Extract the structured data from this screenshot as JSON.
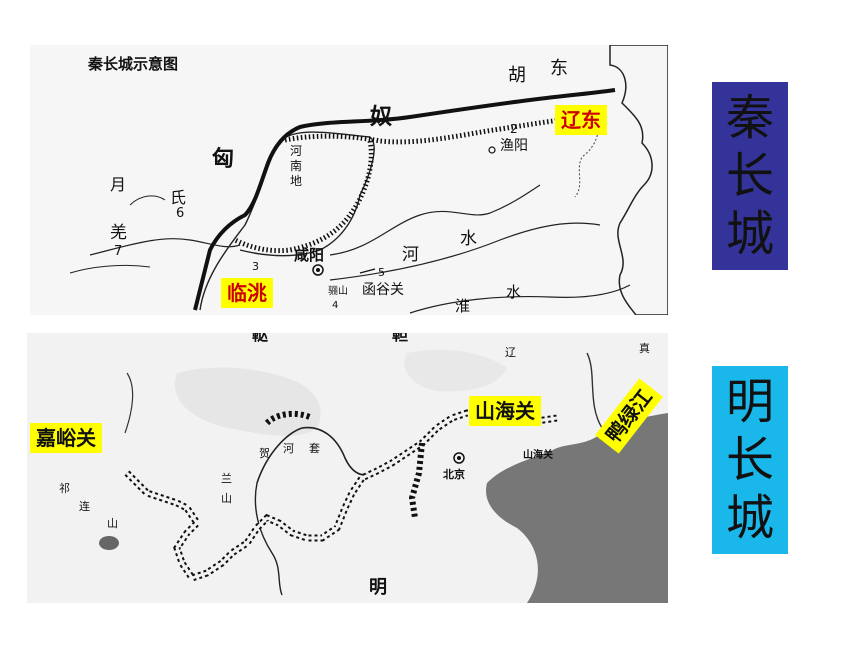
{
  "qin_map": {
    "title": "秦长城示意图",
    "places": {
      "hu": "胡",
      "dong": "东",
      "nu": "奴",
      "xiongnu_xiong": "匈",
      "yue": "月",
      "shi": "氏",
      "qiang": "羌",
      "n6": "6",
      "n7": "7",
      "n2": "2",
      "n3": "3",
      "n4": "4",
      "n5": "5",
      "henan": "河",
      "henan2": "南",
      "henan3": "地",
      "yuyang": "渔阳",
      "xianyang": "咸阳",
      "lishan": "骊山",
      "hanguguan": "函谷关",
      "river_he": "河",
      "river_shui": "水",
      "huai": "淮",
      "shui2": "水"
    },
    "callouts": {
      "liaodong": "辽东",
      "lintao": "临洮"
    },
    "colors": {
      "callout_bg": "#ffff00",
      "callout_text": "#cc0000"
    }
  },
  "ming_map": {
    "places": {
      "da": "鞑",
      "dan": "靼",
      "he_river": "河",
      "tao": "套",
      "helan1": "贺",
      "helan2": "兰",
      "helan3": "山",
      "qilian1": "祁",
      "qilian2": "连",
      "qilian3": "山",
      "beijing": "北京",
      "shanhaiguan_small": "山海关",
      "ming": "明",
      "liao": "辽",
      "zhen": "真"
    },
    "callouts": {
      "jiayuguan": "嘉峪关",
      "shanhaiguan": "山海关",
      "yalujiang": "鸭绿江"
    },
    "colors": {
      "callout_bg": "#ffff00",
      "callout_text": "#111111"
    }
  },
  "panels": {
    "qin": {
      "chars": [
        "秦",
        "长",
        "城"
      ],
      "color": "#333399"
    },
    "ming": {
      "chars": [
        "明",
        "长",
        "城"
      ],
      "color": "#1ab7ea"
    }
  }
}
